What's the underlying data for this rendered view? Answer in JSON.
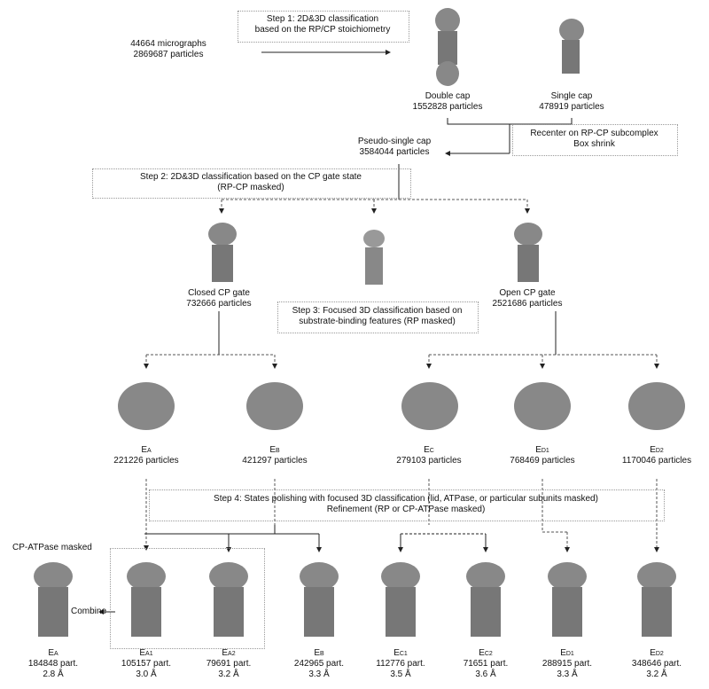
{
  "step1": {
    "line1": "Step 1: 2D&3D classification",
    "line2": "based on the RP/CP stoichiometry"
  },
  "input": {
    "micrographs": "44664 micrographs",
    "particles": "2869687 particles"
  },
  "double_cap": {
    "label": "Double cap",
    "particles": "1552828 particles"
  },
  "single_cap": {
    "label": "Single cap",
    "particles": "478919 particles"
  },
  "recenter": {
    "line1": "Recenter on RP-CP subcomplex",
    "line2": "Box shrink"
  },
  "pseudo": {
    "label": "Pseudo-single cap",
    "particles": "3584044 particles"
  },
  "step2": {
    "line1": "Step 2: 2D&3D classification based on the CP gate state",
    "line2": "(RP-CP masked)"
  },
  "closed": {
    "label": "Closed CP gate",
    "particles": "732666 particles"
  },
  "open": {
    "label": "Open CP gate",
    "particles": "2521686 particles"
  },
  "step3": {
    "line1": "Step 3: Focused 3D classification based on",
    "line2": "substrate-binding features (RP masked)"
  },
  "states": [
    {
      "base": "E",
      "sub": "A",
      "particles": "221226 particles"
    },
    {
      "base": "E",
      "sub": "B",
      "particles": "421297 particles"
    },
    {
      "base": "E",
      "sub": "C",
      "particles": "279103 particles"
    },
    {
      "base": "E",
      "sub": "D1",
      "particles": "768469 particles"
    },
    {
      "base": "E",
      "sub": "D2",
      "particles": "1170046 particles"
    }
  ],
  "step4": {
    "line1": "Step 4: States polishing with focused 3D classification (lid, ATPase, or particular subunits masked)",
    "line2": "Refinement (RP or CP-ATPase masked)"
  },
  "cp_atpase": "CP-ATPase masked",
  "combine": "Combine",
  "final": [
    {
      "base": "E",
      "sub": "A",
      "particles": "184848 part.",
      "res": "2.8 Å"
    },
    {
      "base": "E",
      "sub": "A1",
      "particles": "105157 part.",
      "res": "3.0 Å"
    },
    {
      "base": "E",
      "sub": "A2",
      "particles": "79691 part.",
      "res": "3.2 Å"
    },
    {
      "base": "E",
      "sub": "B",
      "particles": "242965 part.",
      "res": "3.3 Å"
    },
    {
      "base": "E",
      "sub": "C1",
      "particles": "112776 part.",
      "res": "3.5 Å"
    },
    {
      "base": "E",
      "sub": "C2",
      "particles": "71651 part.",
      "res": "3.6 Å"
    },
    {
      "base": "E",
      "sub": "D1",
      "particles": "288915 part.",
      "res": "3.3 Å"
    },
    {
      "base": "E",
      "sub": "D2",
      "particles": "348646 part.",
      "res": "3.2 Å"
    }
  ],
  "colors": {
    "density": "#7a7a7a",
    "line": "#222222",
    "dash": "#555555"
  }
}
